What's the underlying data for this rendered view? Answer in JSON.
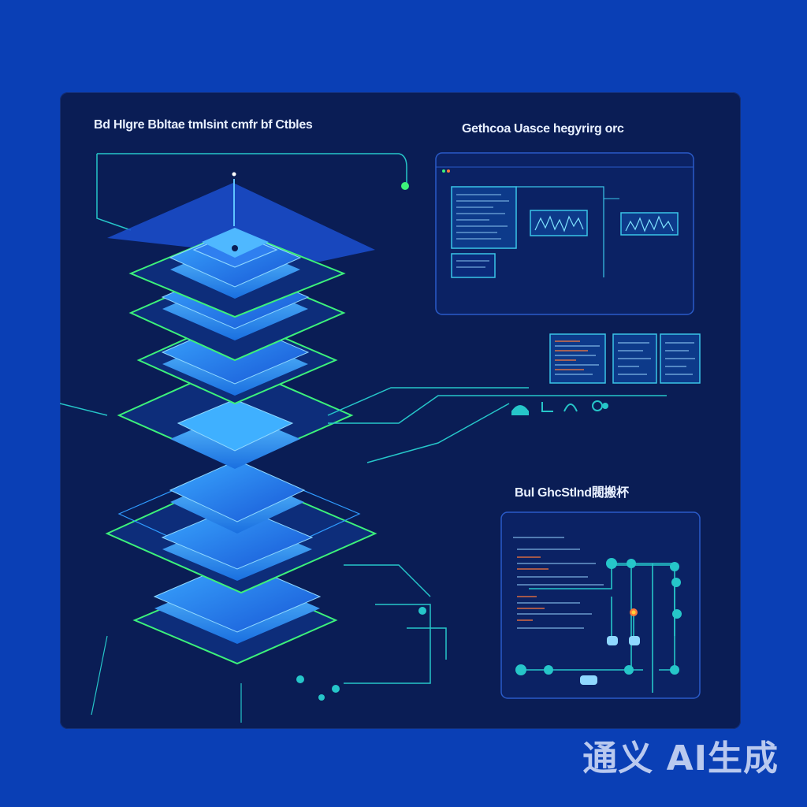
{
  "titles": {
    "left": "Bd Hlgre Bbltae tmlsint cmfr bf Ctbles",
    "top_right": "Gethcoa Uasce hegyrirg orc",
    "bottom_right": "Bul GhcStlnd閥搬杯"
  },
  "watermark": "通义 AI生成",
  "colors": {
    "background": "#0a3fb5",
    "panel": "#0a1d55",
    "accent_green": "#3df27a",
    "accent_blue": "#2f9bff",
    "line_cyan": "#26c6c9"
  }
}
